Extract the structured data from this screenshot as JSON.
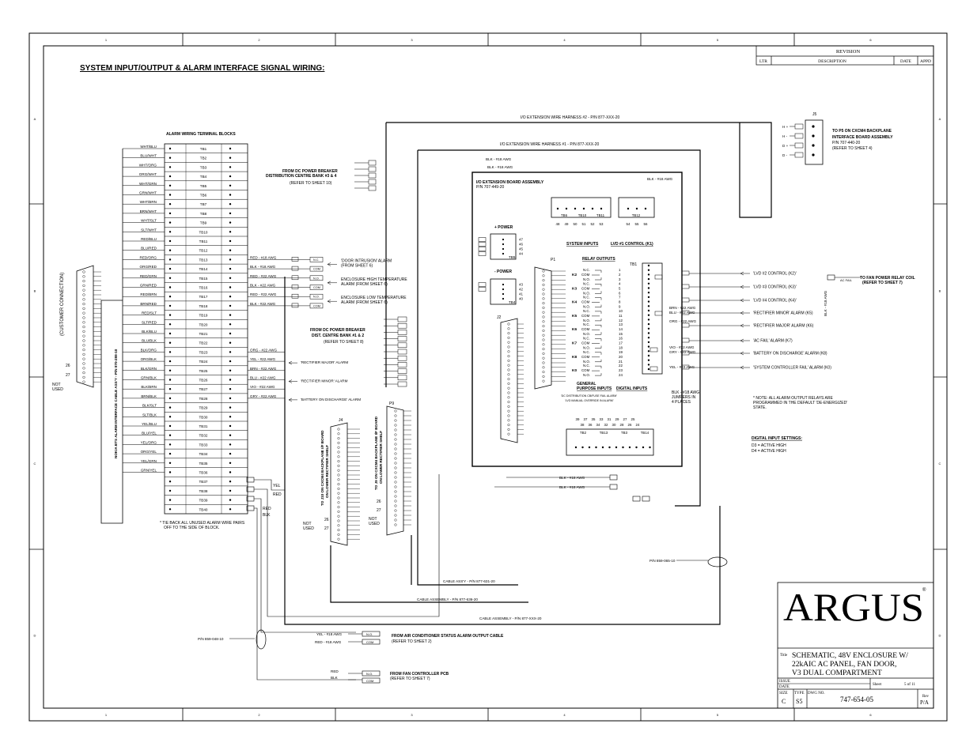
{
  "frame": {
    "columns": [
      "1",
      "2",
      "3",
      "4",
      "5",
      "6"
    ],
    "rows": [
      "A",
      "B",
      "C",
      "D"
    ]
  },
  "title": "SYSTEM INPUT/OUTPUT & ALARM INTERFACE SIGNAL WIRING:",
  "revision": {
    "header": "REVISION",
    "ltr": "LTR",
    "description": "DESCRIPTION",
    "date": "DATE",
    "appd": "APPD"
  },
  "alarm_block": {
    "title": "ALARM WIRING TERMINAL BLOCKS",
    "wires": [
      "WHT/BLU",
      "BLU/WHT",
      "WHT/ORG",
      "ORG/WHT",
      "WHT/GRN",
      "GRN/WHT",
      "WHT/BRN",
      "BRN/WHT",
      "WHT/SLT",
      "SLT/WHT",
      "RED/BLU",
      "BLU/RED",
      "RED/ORG",
      "ORG/RED",
      "RED/GRN",
      "GRN/RED",
      "RED/BRN",
      "BRN/RED",
      "RED/SLT",
      "SLT/RED",
      "BLK/BLU",
      "BLU/BLK",
      "BLK/ORG",
      "ORG/BLK",
      "BLK/GRN",
      "GRN/BLK",
      "BLK/BRN",
      "BRN/BLK",
      "BLK/SLT",
      "SLT/BLK",
      "YEL/BLU",
      "BLU/YEL",
      "YEL/ORG",
      "ORG/YEL",
      "YEL/GRN",
      "GRN/YEL"
    ],
    "terminals": [
      "TB1",
      "TB2",
      "TB3",
      "TB4",
      "TB5",
      "TB6",
      "TB7",
      "TB8",
      "TB9",
      "TB10",
      "TB11",
      "TB12",
      "TB13",
      "TB14",
      "TB15",
      "TB16",
      "TB17",
      "TB18",
      "TB19",
      "TB20",
      "TB21",
      "TB22",
      "TB23",
      "TB24",
      "TB25",
      "TB26",
      "TB27",
      "TB28",
      "TB29",
      "TB30",
      "TB31",
      "TB32",
      "TB33",
      "TB34",
      "TB35",
      "TB36",
      "TB37",
      "TB38",
      "TB39",
      "TB40"
    ],
    "note": "* TIE BACK ALL UNUSED ALARM WIRE PAIRS",
    "note2": "OFF TO THE SIDE OF BLOCK."
  },
  "customer": {
    "label": "(CUSTOMER CONNECTION)",
    "cable": "NOKIA BTS ALARM INTERFACE CABLE ASS'Y - P/N 870-288-10",
    "not_used": "NOT",
    "not_used2": "USED",
    "pin26": "26",
    "pin27": "27"
  },
  "alarm_connections": [
    {
      "wire": "RED - #18 AWG",
      "term": "N.C.",
      "desc": "'DOOR INTRUSION' ALARM",
      "sub": "(FROM SHEET 6)"
    },
    {
      "wire": "BLK - #18 AWG",
      "term": "COM",
      "desc": "",
      "sub": ""
    },
    {
      "wire": "RED - #22 AWG",
      "term": "N.O.",
      "desc": "ENCLOSURE HIGH TEMPERATURE",
      "sub": "ALARM (FROM SHEET 6)"
    },
    {
      "wire": "BLK - #22 AWG",
      "term": "COM",
      "desc": "",
      "sub": ""
    },
    {
      "wire": "RED - #22 AWG",
      "term": "N.O.",
      "desc": "ENCLOSURE LOW TEMPERATURE",
      "sub": "ALARM (FROM SHEET 6)"
    },
    {
      "wire": "BLK - #22 AWG",
      "term": "COM",
      "desc": "",
      "sub": ""
    }
  ],
  "relay_wires": [
    {
      "wire": "ORG - #22 AWG",
      "desc": ""
    },
    {
      "wire": "YEL - #22 AWG",
      "desc": "'RECTIFIER MAJOR' ALARM"
    },
    {
      "wire": "BRN - #22 AWG",
      "desc": ""
    },
    {
      "wire": "BLU - #22 AWG",
      "desc": "'RECTIFIER MINOR' ALARM"
    },
    {
      "wire": "VIO - #22 AWG",
      "desc": ""
    },
    {
      "wire": "GRY - #22 AWG",
      "desc": "'BATTERY ON DISCHARGE' ALARM"
    }
  ],
  "dc_breaker_top": {
    "line1": "FROM DC POWER BREAKER",
    "line2": "DISTRIBUTION CENTRE BANK #3 & 4",
    "line3": "(REFER TO SHEET 10)"
  },
  "dc_breaker_mid": {
    "line1": "FROM DC POWER BREAKER",
    "line2": "DIST. CENTRE BANK #1 & 2",
    "line3": "(REFER TO SHEET 8)"
  },
  "harness2": "I/O EXTENSION WIRE HARNESS #2 - P/N 877-XXX-20",
  "harness1": "I/O EXTENSION WIRE HARNESS #1 - P/N 877-XXX-20",
  "io_board": {
    "title": "I/O EXTENSION BOARD ASSEMBLY",
    "pn": "P/N 707-449-20",
    "plus_power": "+ POWER",
    "minus_power": "- POWER",
    "tb5": "TB5",
    "tb4": "TB4",
    "p1": "P1",
    "j2": "J2",
    "tb1": "TB1",
    "system_inputs": "SYSTEM INPUTS",
    "lvd1": "LVD #1 CONTROL (K1)",
    "relay_outputs": "RELAY OUTPUTS",
    "general": "GENERAL",
    "purpose_inputs": "PURPOSE INPUTS",
    "digital_inputs": "DIGITAL INPUTS",
    "dc_dist": "'DC DISTRIBUTION CB/FUSE FAIL ALARM'",
    "lvd_manual": "'LVD MANUAL OVERRIDE IN ALARM'",
    "jumpers": "BLK - #18 AWG",
    "jumpers2": "JUMPERS IN",
    "jumpers3": "4 PLACES",
    "top_blocks": [
      "TB6",
      "TB10",
      "TB11",
      "TB12"
    ],
    "bottom_blocks": [
      "TB2",
      "TB13",
      "TB3",
      "TB14"
    ]
  },
  "relays": [
    {
      "k": "K2",
      "nc": "N.C.",
      "com": "COM",
      "no": "N.O."
    },
    {
      "k": "K3",
      "nc": "N.C.",
      "com": "COM",
      "no": "N.O."
    },
    {
      "k": "K4",
      "nc": "N.C.",
      "com": "COM",
      "no": "N.O."
    },
    {
      "k": "K5",
      "nc": "N.C.",
      "com": "COM",
      "no": "N.O."
    },
    {
      "k": "K6",
      "nc": "N.C.",
      "com": "COM",
      "no": "N.O."
    },
    {
      "k": "K7",
      "nc": "N.C.",
      "com": "COM",
      "no": "N.O."
    },
    {
      "k": "K8",
      "nc": "N.C.",
      "com": "COM",
      "no": "N.O."
    },
    {
      "k": "K0",
      "nc": "N.C.",
      "com": "COM",
      "no": "N.O."
    }
  ],
  "lvd_controls": [
    "'LVD #2 CONTROL (K2)'",
    "'LVD #3 CONTROL (K3)'",
    "'LVD #4 CONTROL (K4)'",
    "'RECTIFIER MINOR' ALARM (K5)",
    "'RECTIFIER MAJOR' ALARM (K6)",
    "'AC FAIL' ALARM (K7)",
    "'BATTERY ON DISCHARGE' ALARM (K8)",
    "'SYSTEM CONTROLLER FAIL' ALARM (K0)"
  ],
  "tb1_wires": [
    "BRN - #22 AWG",
    "BLU - #22 AWG",
    "ORG - #22 AWG",
    "VIO - #22 AWG",
    "GRY - #22 AWG",
    "YEL - #22 AWG"
  ],
  "j5": {
    "label": "J5",
    "pins": [
      "H +",
      "H -",
      "D +",
      "D -"
    ],
    "line1": "TO P5 ON CXCM4 BACKPLANE",
    "line2": "INTERFACE BOARD ASSEMBLY",
    "line3": "P/N 707-440-20",
    "line4": "(REFER TO SHEET 4)"
  },
  "fan_relay": {
    "line1": "TO FAN POWER RELAY COIL",
    "line2": "(REFER TO SHEET 7)",
    "ac_fail": "AC FAIL",
    "wire": "BLK - #18 AWG"
  },
  "note_relays": {
    "line1": "* NOTE:  ALL ALARM OUTPUT RELAYS ARE",
    "line2": "PROGRAMMED IN THE DEFAULT 'DE-ENERGIZED'",
    "line3": "STATE."
  },
  "digital_settings": {
    "title": "DIGITAL INPUT SETTINGS:",
    "d3": "D3 = ACTIVE HIGH",
    "d4": "D4 = ACTIVE HIGH"
  },
  "j4": {
    "label": "J4",
    "desc1": "TO J10 ON CXCM4 BACKPLANE I/F BOARD",
    "desc2": "ON LOWER RECTIFIER SHELF",
    "not_used": "NOT",
    "not_used2": "USED",
    "pin26": "26",
    "pin27": "27"
  },
  "p9": {
    "label": "P9",
    "desc1": "TO J9 ON CXCM4 BACKPLANE I/F BOARD",
    "desc2": "ON LOWER RECTIFIER SHELF",
    "not_used": "NOT",
    "not_used2": "USED",
    "pin26": "26",
    "pin27": "27"
  },
  "yel": "YEL",
  "red": "RED",
  "blk": "BLK",
  "cables": {
    "c1": "CABLE ASS'Y - P/N 877-631-20",
    "c2": "CABLE ASSEMBLY - P/N 877-636-20",
    "c3": "CABLE ASSEMBLY - P/N 877-XXX-20",
    "pn_right": "P/N 859-065-10",
    "pn_left": "P/N 859-048-10",
    "blk18_1": "BLK - #18 AWG",
    "blk18_2": "BLK - #18 AWG",
    "blk18_top1": "BLK - #18 AWG",
    "blk18_top2": "BLK - #18 AWG",
    "blk18_right": "BLK - #18 AWG"
  },
  "ac_cable": {
    "yel": "YEL - #18 AWG",
    "red": "RED - #18 AWG",
    "no": "N.O.",
    "com": "COM",
    "line1": "FROM AIR CONDITIONER STATUS ALARM OUTPUT CABLE",
    "line2": "(REFER TO SHEET 2)"
  },
  "fan_pcb": {
    "red": "RED",
    "blk": "BLK",
    "no": "N.O.",
    "com": "COM",
    "line1": "FROM FAN CONTROLLER PCB",
    "line2": "(REFER TO SHEET 7)"
  },
  "titleblock": {
    "logo": "ARGUS",
    "reg": "®",
    "title_lbl": "Title",
    "title1": "SCHEMATIC, 48V ENCLOSURE W/",
    "title2": "22kAIC AC PANEL, FAN DOOR,",
    "title3": "V3 DUAL COMPARTMENT",
    "issue": "ISSUE",
    "date": "DATE",
    "sheet_lbl": "Sheet",
    "sheet": "5 of 11",
    "size_lbl": "SIZE",
    "size": "C",
    "type_lbl": "TYPE",
    "type": "S5",
    "dwg_lbl": "DWG NO.",
    "dwg": "747-654-05",
    "rev_lbl": "Rev",
    "rev": "P/A"
  }
}
